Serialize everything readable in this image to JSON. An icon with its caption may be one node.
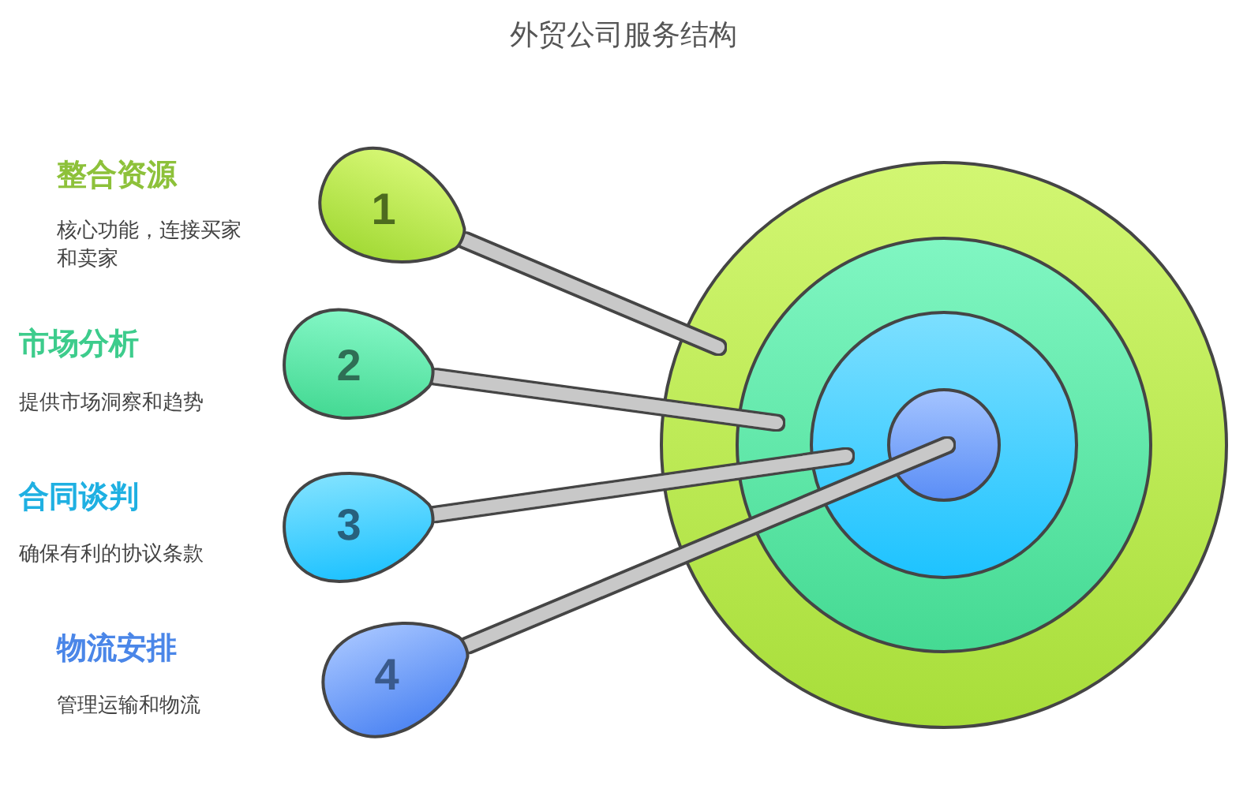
{
  "diagram": {
    "title": "外贸公司服务结构",
    "nodes": [
      {
        "text": [
          "1"
        ],
        "beside": [
          "整合资源",
          "核心功能，连接买家和卖家"
        ]
      },
      {
        "text": [
          "2"
        ],
        "beside": [
          "市场分析",
          "提供市场洞察和趋势"
        ]
      },
      {
        "text": [
          "3"
        ],
        "beside": [
          "合同谈判",
          "确保有利的协议条款"
        ]
      },
      {
        "text": [
          "4"
        ],
        "beside": [
          "物流安排",
          "管理运输和物流"
        ]
      },
      {
        "text": [],
        "shape": "circle"
      },
      {
        "text": [],
        "shape": "circle",
        "in": 4
      },
      {
        "text": [],
        "shape": "circle",
        "in": 5
      },
      {
        "text": [],
        "shape": "circle",
        "in": 6
      }
    ],
    "edges": [
      {
        "from": 0,
        "to": 4,
        "arrow": "none"
      },
      {
        "from": 1,
        "to": 5,
        "arrow": "none"
      },
      {
        "from": 2,
        "to": 6,
        "arrow": "none"
      },
      {
        "from": 3,
        "to": 7,
        "arrow": "none"
      }
    ]
  }
}
